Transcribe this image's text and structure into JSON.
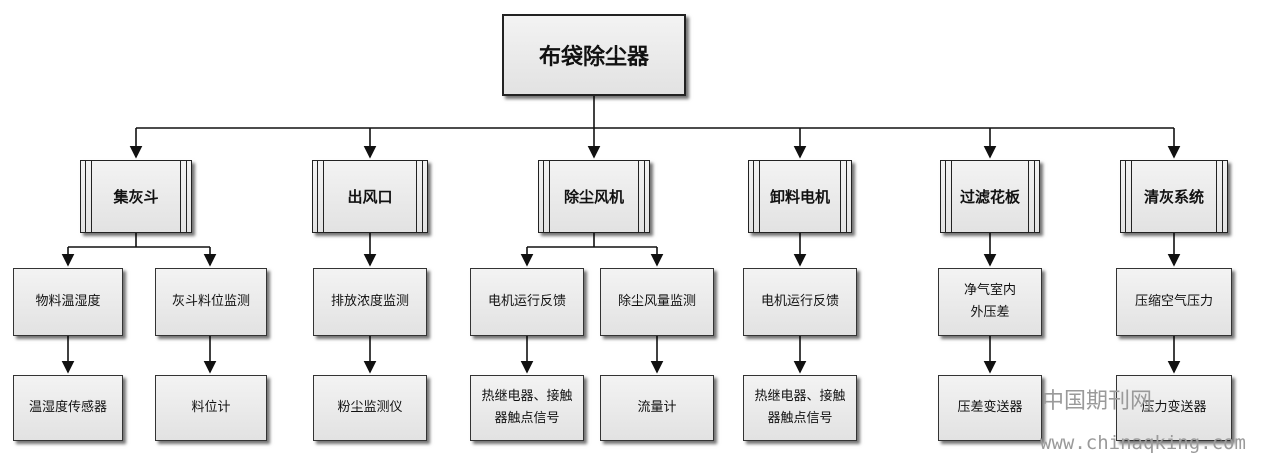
{
  "root": "布袋除尘器",
  "categories": [
    "集灰斗",
    "出风口",
    "除尘风机",
    "卸料电机",
    "过滤花板",
    "清灰系统"
  ],
  "level2": [
    "物料温湿度",
    "灰斗料位监测",
    "排放浓度监测",
    "电机运行反馈",
    "除尘风量监测",
    "电机运行反馈",
    "净气室内外压差",
    "压缩空气压力"
  ],
  "level3": [
    "温湿度传感器",
    "料位计",
    "粉尘监测仪",
    "热继电器、接触器触点信号",
    "流量计",
    "热继电器、接触器触点信号",
    "压差变送器",
    "压力变送器"
  ],
  "watermark": {
    "cn": "中国期刊网",
    "url": "www.chinaqking.com"
  }
}
